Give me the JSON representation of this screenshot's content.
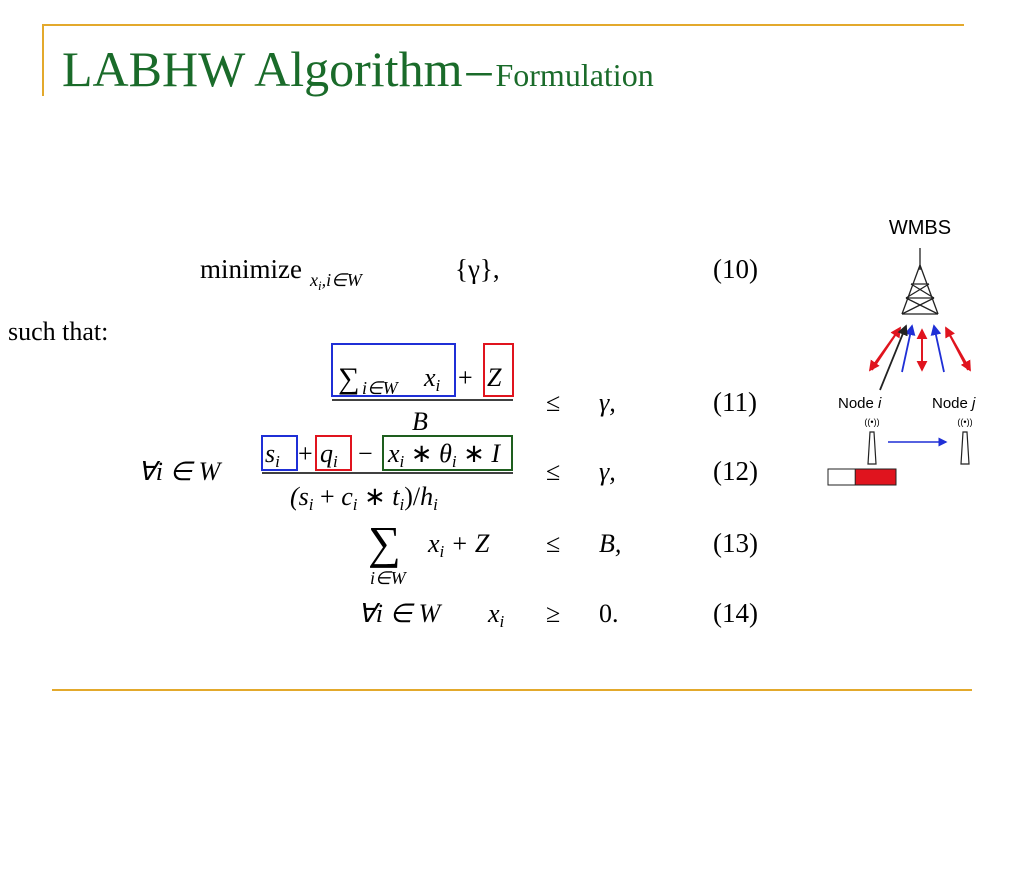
{
  "slide": {
    "title_main": "LABHW Algorithm",
    "title_dash": "–",
    "title_sub": "Formulation",
    "accent_color": "#e3a92c",
    "title_color": "#1a6b2a"
  },
  "formulation": {
    "objective": {
      "word": "minimize",
      "subscript": "x",
      "subscript_index": "i",
      "subscript_rest": ",i∈W",
      "expression": "{γ},",
      "number": "(10)"
    },
    "such_that": "such that:",
    "eq11": {
      "sum_sub": "i∈W",
      "x": "x",
      "i": "i",
      "plus": "+",
      "Z": "Z",
      "denominator": "B",
      "relation": "≤",
      "rhs": "γ,",
      "number": "(11)"
    },
    "eq12": {
      "forall": "∀i ∈ W",
      "s": "s",
      "q": "q",
      "x_theta_I_x": "x",
      "theta": "θ",
      "I": "I",
      "star": "∗",
      "minus": "−",
      "plus": "+",
      "denominator_open": "(s",
      "c": "c",
      "t": "t",
      "h": "h",
      "i": "i",
      "close": ")",
      "slash": "/",
      "relation": "≤",
      "rhs": "γ,",
      "number": "(12)"
    },
    "eq13": {
      "sum": "∑",
      "sum_sub": "i∈W",
      "lhs_x": "x",
      "i": "i",
      "plus_Z": "+ Z",
      "relation": "≤",
      "rhs": "B,",
      "number": "(13)"
    },
    "eq14": {
      "forall": "∀i ∈ W",
      "x": "x",
      "i": "i",
      "relation": "≥",
      "rhs": "0.",
      "number": "(14)"
    },
    "box_colors": {
      "blue": "#1f2fd6",
      "red": "#e0141e",
      "green": "#1e5e1e"
    }
  },
  "diagram": {
    "tower_label": "WMBS",
    "node_i_label": "Node",
    "node_i_var": "i",
    "node_j_label": "Node",
    "node_j_var": "j",
    "node_glyph": "((•))",
    "bar_fill_fraction": 0.6,
    "arrow_red": "#e0141e",
    "arrow_blue": "#1f2fd6"
  }
}
